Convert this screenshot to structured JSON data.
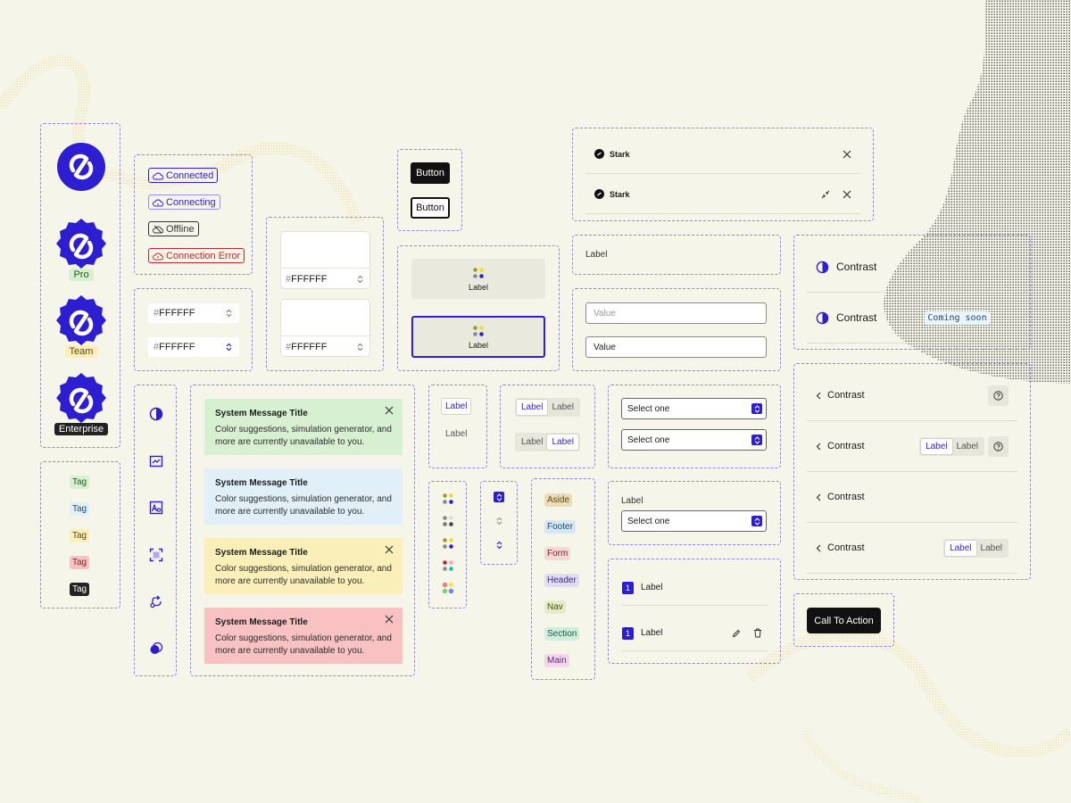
{
  "colors": {
    "accent": "#2d1fd1",
    "background": "#f6f5ea",
    "panel_border": "#9a7ff0",
    "success_bg": "#d8f0d2",
    "info_bg": "#e0eff8",
    "warning_bg": "#faefb8",
    "error_bg": "#f8c2c2"
  },
  "logos": {
    "pro": "Pro",
    "team": "Team",
    "enterprise": "Enterprise"
  },
  "tags": [
    "Tag",
    "Tag",
    "Tag",
    "Tag",
    "Tag"
  ],
  "connection_statuses": {
    "connected": "Connected",
    "connecting": "Connecting",
    "offline": "Offline",
    "error": "Connection Error"
  },
  "color_inputs": {
    "hash": "#",
    "value_1": "FFFFFF",
    "value_2": "FFFFFF"
  },
  "swatch_cards": {
    "hash": "#",
    "value_1": "FFFFFF",
    "value_2": "FFFFFF"
  },
  "buttons": {
    "primary": "Button",
    "secondary": "Button",
    "cta": "Call To Action"
  },
  "tiles": {
    "label_1": "Label",
    "label_2": "Label"
  },
  "side_icons": [
    "contrast-icon",
    "image-view-icon",
    "image-text-icon",
    "focus-icon",
    "flow-icon",
    "overlap-icon"
  ],
  "messages": [
    {
      "title": "System Message Title",
      "body": "Color suggestions, simulation generator, and more are currently unavailable to you."
    },
    {
      "title": "System Message Title",
      "body": "Color suggestions, simulation generator, and more are currently unavailable to you."
    },
    {
      "title": "System Message Title",
      "body": "Color suggestions, simulation generator, and more are currently unavailable to you."
    },
    {
      "title": "System Message Title",
      "body": "Color suggestions, simulation generator, and more are currently unavailable to you."
    }
  ],
  "toggle_labels": {
    "active": "Label",
    "inactive": "Label"
  },
  "segmented": {
    "row1": [
      "Label",
      "Label"
    ],
    "row2": [
      "Label",
      "Label"
    ]
  },
  "landmarks": [
    "Aside",
    "Footer",
    "Form",
    "Header",
    "Nav",
    "Section",
    "Main"
  ],
  "stark_bar": {
    "name_1": "Stark",
    "name_2": "Stark"
  },
  "fields": {
    "label": "Label",
    "placeholder": "Value",
    "value": "Value"
  },
  "selects": {
    "select_1": "Select one",
    "select_2": "Select one",
    "labeled_label": "Label",
    "labeled_select": "Select one"
  },
  "list_items": [
    {
      "number": "1",
      "label": "Label"
    },
    {
      "number": "1",
      "label": "Label"
    }
  ],
  "contrast_panel": {
    "row1": "Contrast",
    "row2": "Contrast",
    "coming_soon": "Coming soon"
  },
  "nav_rows": {
    "row1": "Contrast",
    "row2": "Contrast",
    "row3": "Contrast",
    "row4": "Contrast",
    "seg_row2": [
      "Label",
      "Label"
    ],
    "seg_row4": [
      "Label",
      "Label"
    ]
  }
}
